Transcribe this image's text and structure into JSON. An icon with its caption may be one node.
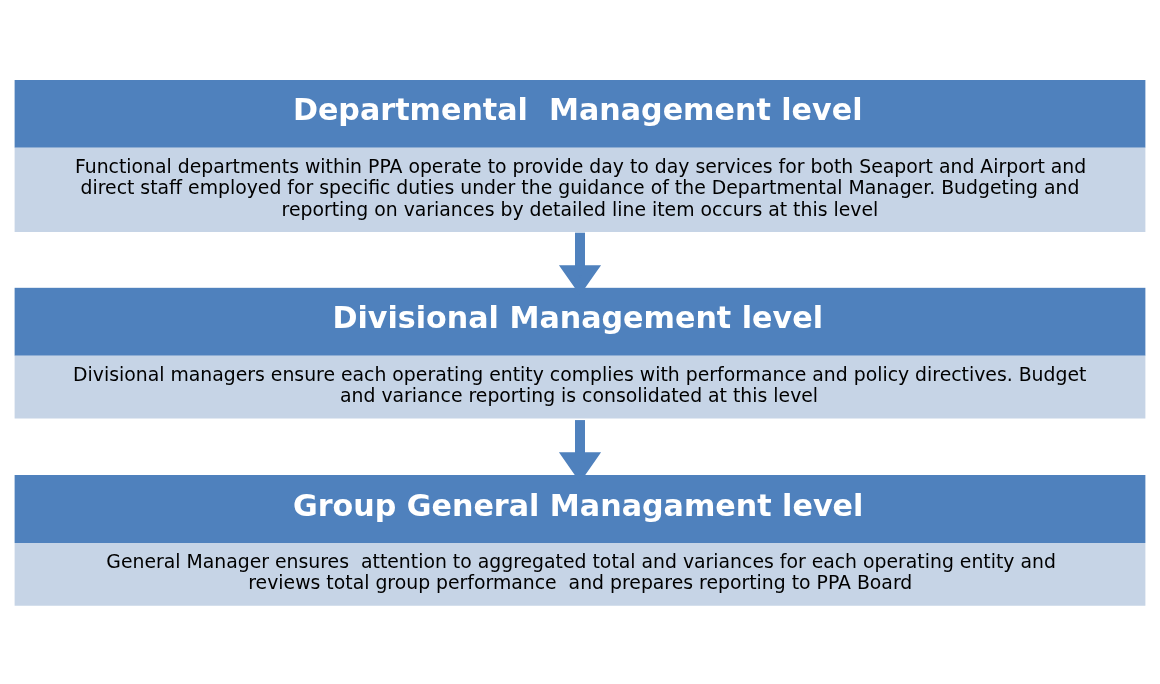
{
  "diagram": {
    "nodes": [
      {
        "text": [
          "Departmental  Management level",
          "Functional departments within PPA operate to provide day to day services for both Seaport and Airport and direct staff employed for specific duties under the guidance of the Departmental Manager. Budgeting and reporting on variances by detailed line item occurs at this level"
        ]
      },
      {
        "text": [
          "Divisional Management level",
          "Divisional managers ensure each operating entity complies with performance and policy directives. Budget and variance reporting is consolidated at this level"
        ]
      },
      {
        "text": [
          "Group General Managament level",
          "General Manager ensures  attention to aggregated total and variances for each operating entity and reviews total group performance  and prepares reporting to PPA Board"
        ]
      }
    ],
    "edges": [
      {
        "from": 0,
        "to": 1,
        "arrow": "to"
      },
      {
        "from": 1,
        "to": 2,
        "arrow": "to"
      }
    ]
  }
}
